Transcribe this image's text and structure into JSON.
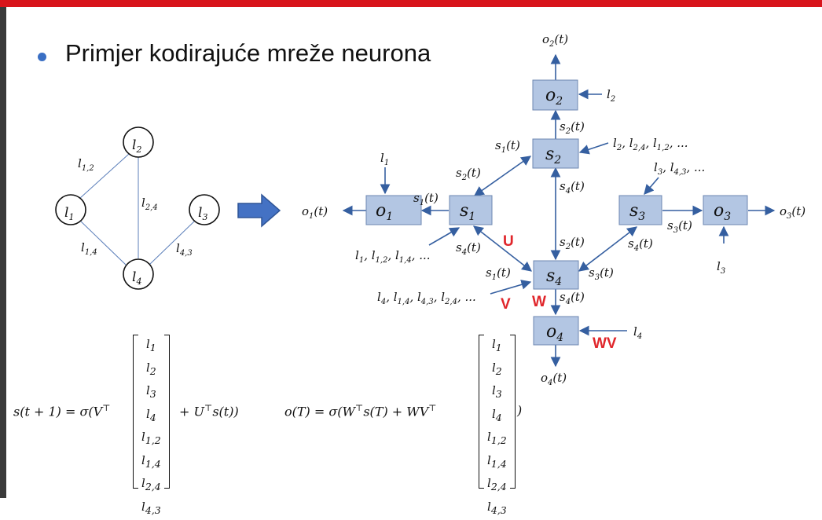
{
  "slide": {
    "bullet_title": "Primjer kodirajuće mreže neurona"
  },
  "colors": {
    "accent_bar": "#d8141b",
    "box_fill": "#b3c6e3",
    "arrow": "#355fa0",
    "label_red": "#e0262b"
  },
  "graph": {
    "nodes": [
      "l1",
      "l2",
      "l3",
      "l4"
    ],
    "edges": [
      {
        "from": "l1",
        "to": "l2",
        "label": "l1,2"
      },
      {
        "from": "l2",
        "to": "l4",
        "label": "l2,4"
      },
      {
        "from": "l1",
        "to": "l4",
        "label": "l1,4"
      },
      {
        "from": "l4",
        "to": "l3",
        "label": "l4,3"
      }
    ]
  },
  "network": {
    "state_nodes": [
      "s1",
      "s2",
      "s3",
      "s4"
    ],
    "output_nodes": [
      "o1",
      "o2",
      "o3",
      "o4"
    ],
    "inputs": {
      "o2": "l2",
      "s2": "l2, l2,4, l1,2, ...",
      "s3": "l3, l4,3, ...",
      "s1": "l1, l1,2, l1,4, ...",
      "s4": "l4, l1,4, l4,3, l2,4, ...",
      "o4": "l4",
      "o3": "l3",
      "o1": "l1"
    },
    "outputs": [
      "o1(t)",
      "o2(t)",
      "o3(t)",
      "o4(t)"
    ],
    "weight_labels": {
      "U": "U",
      "V": "V",
      "W": "W",
      "WV": "WV"
    }
  },
  "equations": {
    "state_left": "s(t + 1) = σ(V",
    "state_right": "+ U",
    "state_right2": "s(t))",
    "output_left": "o(T) = σ(W",
    "output_mid": "s(T) + WV",
    "output_right": ")",
    "vector": [
      "l1",
      "l2",
      "l3",
      "l4",
      "l1,2",
      "l1,4",
      "l2,4",
      "l4,3"
    ]
  }
}
